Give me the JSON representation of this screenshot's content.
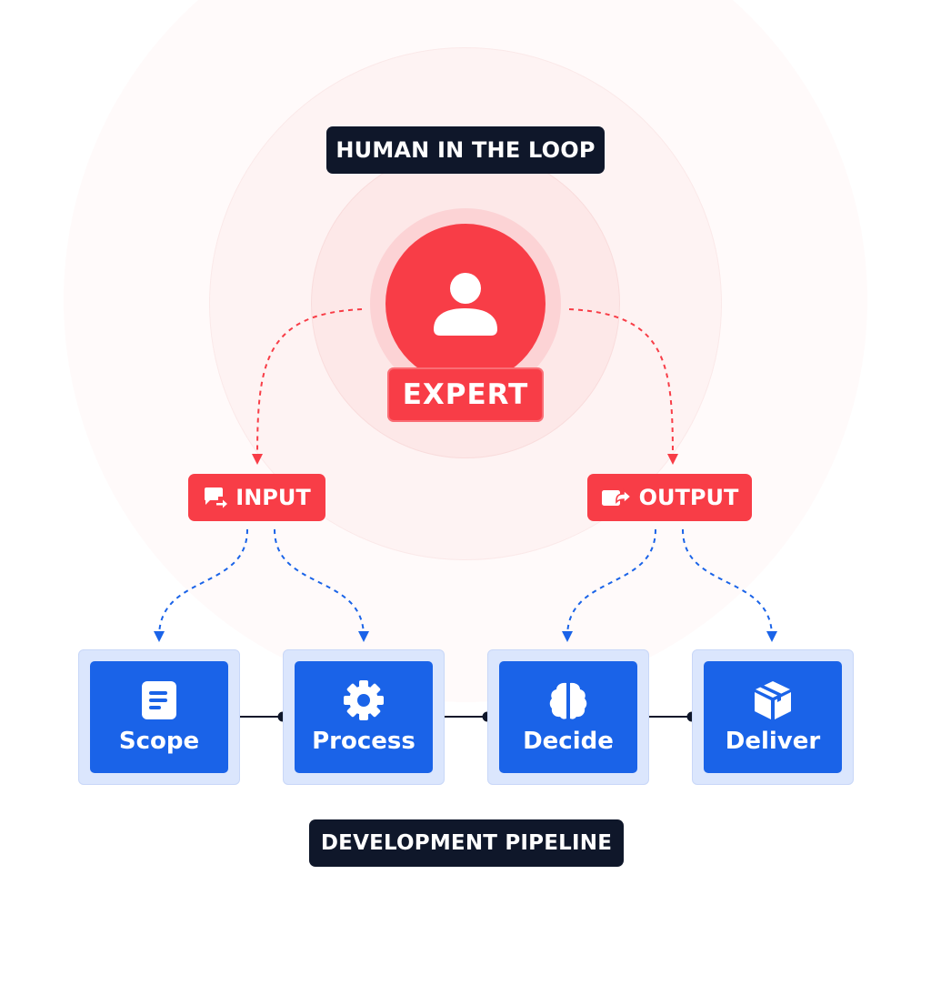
{
  "labels": {
    "human_in_the_loop": "HUMAN IN THE LOOP",
    "development_pipeline": "DEVELOPMENT PIPELINE"
  },
  "expert": {
    "label": "EXPERT",
    "icon": "person-icon"
  },
  "io": {
    "input": {
      "label": "INPUT",
      "icon": "message-forward-icon"
    },
    "output": {
      "label": "OUTPUT",
      "icon": "box-forward-icon"
    }
  },
  "stages": [
    {
      "label": "Scope",
      "icon": "document-icon"
    },
    {
      "label": "Process",
      "icon": "gear-icon"
    },
    {
      "label": "Decide",
      "icon": "brain-icon"
    },
    {
      "label": "Deliver",
      "icon": "package-icon"
    }
  ],
  "colors": {
    "accent_red": "#f83d47",
    "accent_blue": "#1a63e8",
    "dark": "#0f172a",
    "stage_frame": "#dbe6fd"
  }
}
